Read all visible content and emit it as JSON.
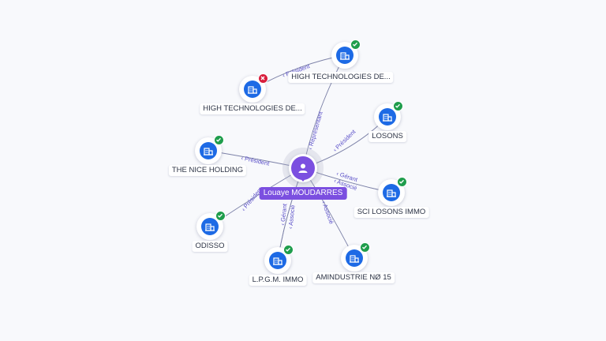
{
  "center": {
    "label": "Louaye MOUDARRES",
    "icon": "person-icon"
  },
  "colors": {
    "accent": "#7b4fe0",
    "company": "#1d6ae5",
    "ok": "#1f9d4c",
    "ko": "#d81e3c",
    "edge": "#7d82a8"
  },
  "nodes": [
    {
      "id": "htd1",
      "label": "HIGH TECHNOLOGIES DE...",
      "status": "ok"
    },
    {
      "id": "htd2",
      "label": "HIGH TECHNOLOGIES DE...",
      "status": "ko"
    },
    {
      "id": "losons",
      "label": "LOSONS",
      "status": "ok"
    },
    {
      "id": "nice",
      "label": "THE NICE HOLDING",
      "status": "ok"
    },
    {
      "id": "sci",
      "label": "SCI LOSONS IMMO",
      "status": "ok"
    },
    {
      "id": "odisso",
      "label": "ODISSO",
      "status": "ok"
    },
    {
      "id": "lpgm",
      "label": "L.P.G.M. IMMO",
      "status": "ok"
    },
    {
      "id": "amin",
      "label": "AMINDUSTRIE NØ 15",
      "status": "ok"
    }
  ],
  "edges": [
    {
      "to": "htd1",
      "text": "Représentant"
    },
    {
      "from": "htd1",
      "to": "htd2",
      "text": "Président"
    },
    {
      "to": "losons",
      "text": "Président"
    },
    {
      "to": "nice",
      "text": "Président"
    },
    {
      "to": "sci",
      "text": "Gérant"
    },
    {
      "to": "sci",
      "text": "Associé"
    },
    {
      "to": "odisso",
      "text": "Président"
    },
    {
      "to": "lpgm",
      "text": "Gérant"
    },
    {
      "to": "lpgm",
      "text": "Associé"
    },
    {
      "to": "amin",
      "text": "Associé"
    }
  ]
}
